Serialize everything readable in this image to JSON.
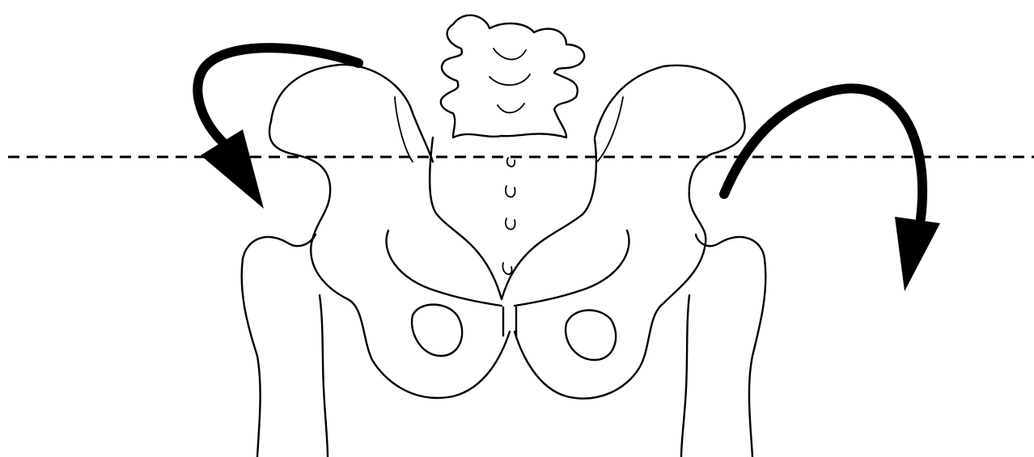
{
  "figure": {
    "subject": "pelvis-front-view",
    "stroke_color": "#000000",
    "background_color": "#ffffff",
    "reference_line_style": "dashed-horizontal",
    "arrow_left_direction": "counterclockwise-down",
    "arrow_right_direction": "clockwise-down"
  }
}
